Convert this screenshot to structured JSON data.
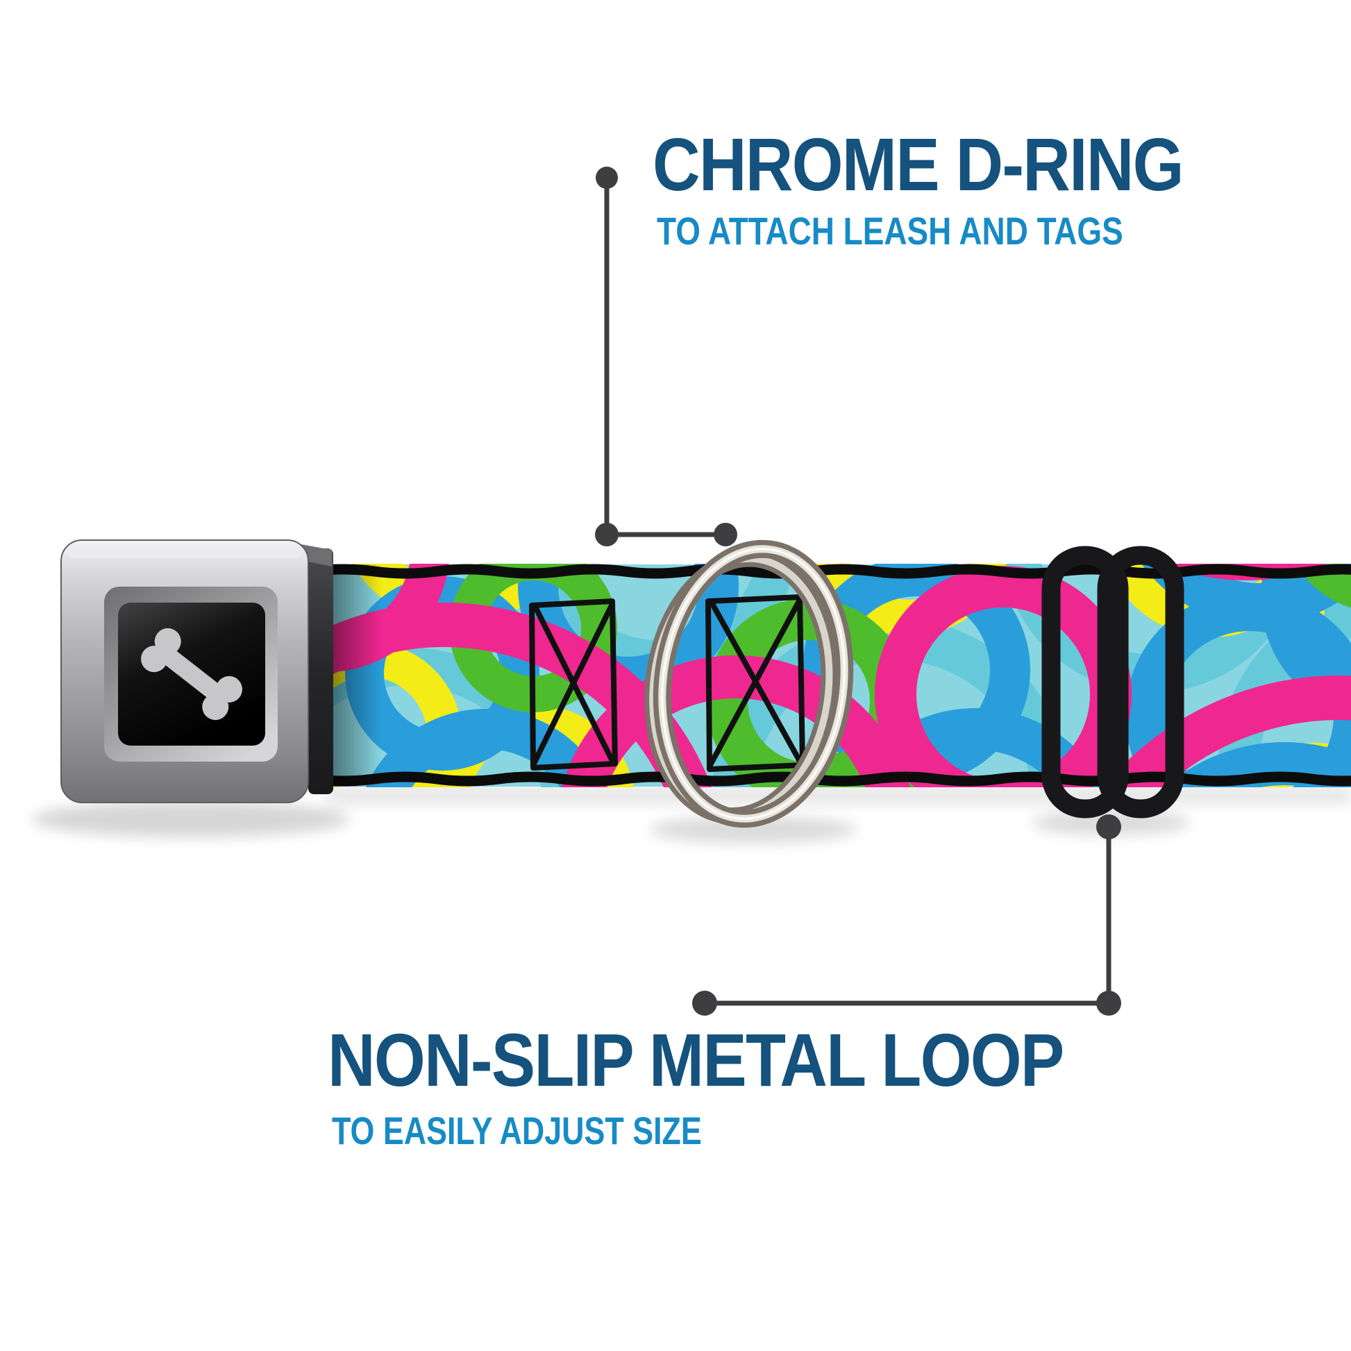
{
  "callouts": {
    "top": {
      "title": "CHROME D-RING",
      "subtitle": "TO ATTACH LEASH AND TAGS",
      "points_to": "chrome-d-ring"
    },
    "bottom": {
      "title": "NON-SLIP METAL LOOP",
      "subtitle": "TO EASILY ADJUST SIZE",
      "points_to": "metal-adjuster-loop"
    }
  },
  "icons": {
    "buckle_center": "dog-bone-icon"
  },
  "colors": {
    "title": "#15527d",
    "subtitle": "#168bc6",
    "leader": "#3e3e40",
    "strap_aqua": "#89d6e1",
    "ring_pale": "#66c9da",
    "ring_blue": "#2a9edb",
    "ring_pink": "#ef2791",
    "ring_green": "#4ebc2d",
    "ring_yellow": "#f4ec16",
    "strap_border": "#0c0c0c",
    "bone": "#c7c7c9",
    "metal_dark": "#2c2c2e",
    "ring_metal": "#7a7268",
    "adjuster": "#18181a"
  }
}
